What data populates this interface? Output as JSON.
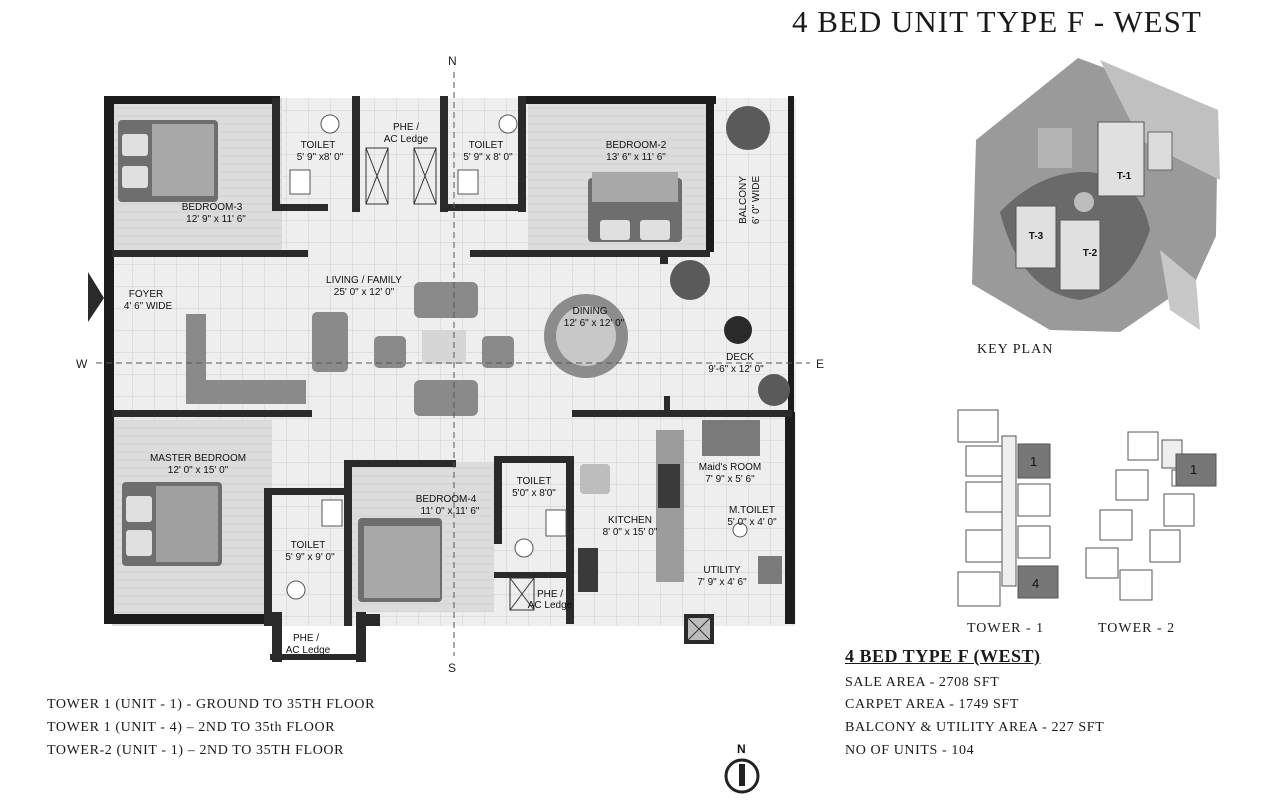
{
  "title": "4 BED UNIT TYPE F - WEST",
  "compass": {
    "north": "N",
    "south": "S",
    "east": "E",
    "west": "W"
  },
  "rooms": {
    "bedroom3": {
      "name": "BEDROOM-3",
      "size": "12' 9\" x 11' 6\""
    },
    "toilet1": {
      "name": "TOILET",
      "size": "5' 9\" x8' 0\""
    },
    "phe_top": {
      "name": "PHE /",
      "size": "AC Ledge"
    },
    "toilet2": {
      "name": "TOILET",
      "size": "5' 9\" x 8' 0\""
    },
    "bedroom2": {
      "name": "BEDROOM-2",
      "size": "13' 6\" x 11' 6\""
    },
    "balcony": {
      "name": "BALCONY",
      "size": "6' 0\" WIDE"
    },
    "foyer": {
      "name": "FOYER",
      "size": "4' 6\" WIDE"
    },
    "living": {
      "name": "LIVING / FAMILY",
      "size": "25' 0\" x 12' 0\""
    },
    "dining": {
      "name": "DINING",
      "size": "12' 6\" x 12' 0\""
    },
    "deck": {
      "name": "DECK",
      "size": "9'-6\" x 12' 0\""
    },
    "master": {
      "name": "MASTER BEDROOM",
      "size": "12' 0\" x 15' 0\""
    },
    "toilet3": {
      "name": "TOILET",
      "size": "5' 9\" x 9' 0\""
    },
    "phe_bottom": {
      "name": "PHE /",
      "size": "AC Ledge"
    },
    "bedroom4": {
      "name": "BEDROOM-4",
      "size": "11' 0\" x 11' 6\""
    },
    "toilet4": {
      "name": "TOILET",
      "size": "5'0\" x 8'0\""
    },
    "phe_mid": {
      "name": "PHE /",
      "size": "AC Ledge"
    },
    "kitchen": {
      "name": "KITCHEN",
      "size": "8' 0\" x 15' 0\""
    },
    "maids": {
      "name": "Maid's ROOM",
      "size": "7' 9\" x 5' 6\""
    },
    "mtoilet": {
      "name": "M.TOILET",
      "size": "5' 0\" x 4' 0\""
    },
    "utility": {
      "name": "UTILITY",
      "size": "7' 9\" x 4' 6\""
    }
  },
  "key_plan": {
    "label": "KEY PLAN",
    "towers": [
      "T-1",
      "T-2",
      "T-3"
    ]
  },
  "tower_diagrams": {
    "tower1": {
      "label": "TOWER - 1",
      "unit_top": "1",
      "unit_bottom": "4"
    },
    "tower2": {
      "label": "TOWER - 2",
      "unit_top": "1"
    }
  },
  "specs": {
    "title": "4 BED TYPE F (WEST)",
    "sale_area": "SALE AREA  - 2708 SFT",
    "carpet_area": "CARPET AREA  - 1749 SFT",
    "balcony_utility": "BALCONY & UTILITY AREA  - 227 SFT",
    "units": "NO OF UNITS  - 104"
  },
  "floors": [
    "TOWER 1 (UNIT - 1) - GROUND TO 35TH  FLOOR",
    "TOWER 1 (UNIT - 4) – 2ND TO 35th FLOOR",
    "TOWER-2 (UNIT - 1) – 2ND TO 35TH FLOOR"
  ],
  "north_arrow": "N"
}
